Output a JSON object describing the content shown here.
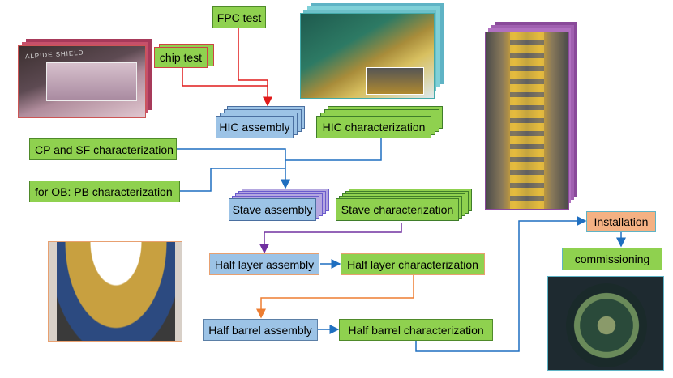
{
  "nodes": {
    "fpc_test": "FPC test",
    "chip_test": "chip test",
    "hic_assembly": "HIC assembly",
    "hic_characterization": "HIC characterization",
    "cp_sf_characterization": "CP and SF characterization",
    "ob_pb_characterization": "for OB: PB characterization",
    "stave_assembly": "Stave assembly",
    "stave_characterization": "Stave characterization",
    "half_layer_assembly": "Half layer assembly",
    "half_layer_characterization": "Half layer characterization",
    "half_barrel_assembly": "Half barrel assembly",
    "half_barrel_characterization": "Half barrel characterization",
    "installation": "Installation",
    "commissioning": "commissioning"
  },
  "photo_text": {
    "chip_label": "ALPIDE SHIELD"
  },
  "colors": {
    "test_red": "#e01b1b",
    "flow_blue": "#1f6fc0",
    "flow_purple": "#7030a0",
    "flow_orange": "#ed7d31",
    "box_green": "#8fd14f",
    "box_blue": "#9cc3e6",
    "box_orange": "#f4b183"
  }
}
